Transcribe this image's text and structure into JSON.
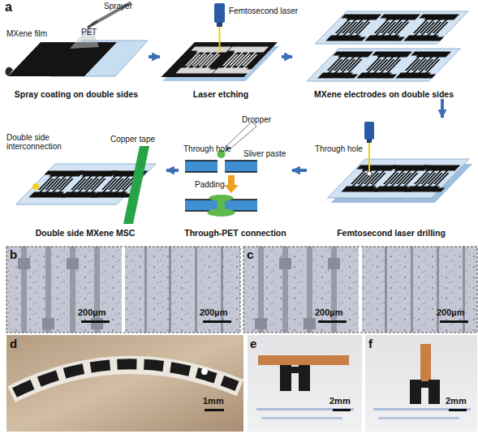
{
  "diagram": {
    "nodes": [
      {
        "text": [
          "Spray coating on double sides"
        ]
      },
      {
        "text": [
          "Laser etching"
        ]
      },
      {
        "text": [
          "MXene electrodes on double sides"
        ]
      },
      {
        "text": [
          "Femtosecond laser drilling"
        ]
      },
      {
        "text": [
          "Through-PET connection"
        ]
      },
      {
        "text": [
          "Double side MXene MSC"
        ]
      }
    ],
    "edges": [
      {
        "from": 0,
        "to": 1,
        "arrow": "to"
      },
      {
        "from": 1,
        "to": 2,
        "arrow": "to"
      },
      {
        "from": 2,
        "to": 3,
        "arrow": "to"
      },
      {
        "from": 3,
        "to": 4,
        "arrow": "to"
      },
      {
        "from": 4,
        "to": 5,
        "arrow": "to"
      }
    ],
    "labels": [
      "a",
      "Sprayer",
      "MXene film",
      "PET",
      "Femtosecond laser",
      "Double side interconnection",
      "Copper tape",
      "Dropper",
      "Through hole",
      "Sliver paste",
      "Padding",
      "Through hole",
      "b",
      "200µm",
      "200µm",
      "c",
      "200µm",
      "200µm",
      "d",
      "1mm",
      "e",
      "2mm",
      "f",
      "2mm"
    ]
  }
}
